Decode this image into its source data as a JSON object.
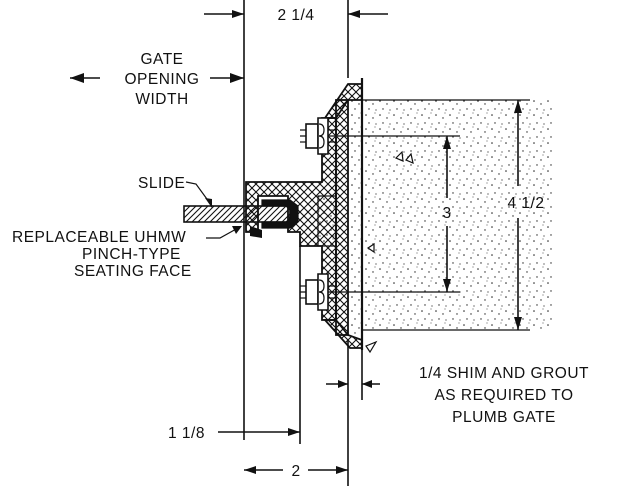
{
  "dimensions": {
    "top_width": "2 1/4",
    "right_outer": "4 1/2",
    "right_inner": "3",
    "bottom_left": "1 1/8",
    "bottom_center": "2"
  },
  "labels": {
    "gate_opening": [
      "GATE",
      "OPENING",
      "WIDTH"
    ],
    "slide": "SLIDE",
    "seating_face": [
      "REPLACEABLE UHMW",
      "PINCH-TYPE",
      "SEATING FACE"
    ],
    "shim_note": [
      "1/4 SHIM AND GROUT",
      "AS REQUIRED TO",
      "PLUMB GATE"
    ]
  },
  "colors": {
    "ink": "#111111",
    "paper": "#ffffff"
  }
}
